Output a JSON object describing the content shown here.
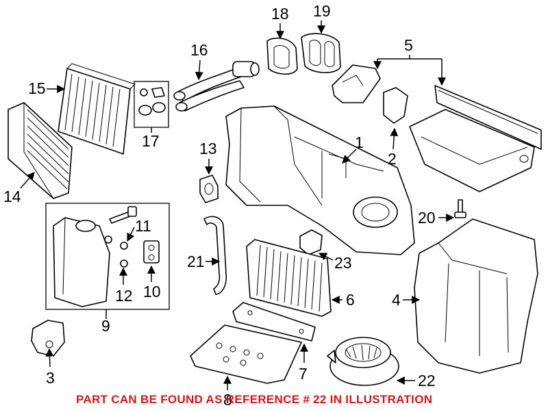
{
  "callouts": {
    "n1": "1",
    "n2": "2",
    "n3": "3",
    "n4": "4",
    "n5": "5",
    "n6": "6",
    "n7": "7",
    "n8": "8",
    "n9": "9",
    "n10": "10",
    "n11": "11",
    "n12": "12",
    "n13": "13",
    "n14": "14",
    "n15": "15",
    "n16": "16",
    "n17": "17",
    "n18": "18",
    "n19": "19",
    "n20": "20",
    "n21": "21",
    "n22": "22",
    "n23": "23"
  },
  "notice": "PART CAN BE FOUND AS REFERENCE # 22 IN ILLUSTRATION",
  "colors": {
    "notice": "#d0181b",
    "line": "#000000",
    "background": "#ffffff"
  }
}
